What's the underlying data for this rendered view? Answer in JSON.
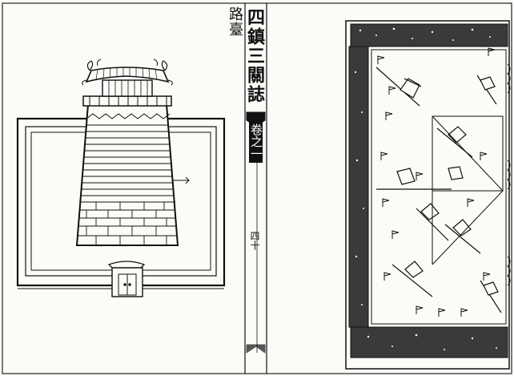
{
  "page": {
    "caption": "路臺",
    "book_title": "四鎮三關誌",
    "juan_label": "卷之一",
    "page_number": "四十"
  },
  "colors": {
    "paper": "#fbfbf8",
    "ink": "#111111"
  },
  "illustrations": {
    "left_panel": "road-beacon-tower",
    "right_panel": "flag-encampment"
  }
}
